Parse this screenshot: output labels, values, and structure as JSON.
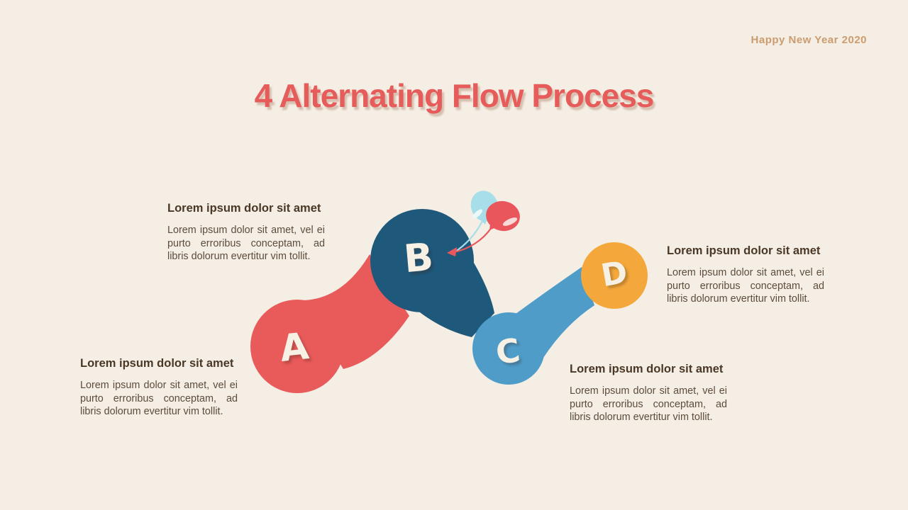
{
  "slide": {
    "watermark": "Happy New Year 2020",
    "watermark_color": "#CC9C6F",
    "title": "4 Alternating Flow Process",
    "title_color": "#E65C5B",
    "background_color": "#F4EEE4"
  },
  "diagram": {
    "type": "alternating-flow-process",
    "connections": [
      "A-B",
      "B-C",
      "C-D"
    ],
    "nodes": [
      {
        "label": "A",
        "color": "#E95A5A"
      },
      {
        "label": "B",
        "color": "#1E587B"
      },
      {
        "label": "C",
        "color": "#4F9CC9"
      },
      {
        "label": "D",
        "color": "#F4A83B"
      }
    ],
    "balloons": {
      "blue_color": "#A8DEE9",
      "blue_highlight": "#EAF8FA",
      "red_color": "#E9575C",
      "red_highlight": "#F8DBD8"
    },
    "letter_color": "#F6F1E4"
  },
  "blocks": [
    {
      "heading": "Lorem ipsum dolor sit amet",
      "body": "Lorem ipsum dolor sit amet, vel ei purto erroribus conceptam, ad libris dolorum evertitur vim tollit."
    },
    {
      "heading": "Lorem ipsum dolor sit amet",
      "body": "Lorem ipsum dolor sit amet, vel ei purto erroribus conceptam, ad libris dolorum evertitur vim tollit."
    },
    {
      "heading": "Lorem ipsum dolor sit amet",
      "body": "Lorem ipsum dolor sit amet, vel ei purto erroribus conceptam, ad libris dolorum evertitur vim tollit."
    },
    {
      "heading": "Lorem ipsum dolor sit amet",
      "body": "Lorem ipsum dolor sit amet, vel ei purto erroribus conceptam, ad libris dolorum evertitur vim tollit."
    }
  ]
}
